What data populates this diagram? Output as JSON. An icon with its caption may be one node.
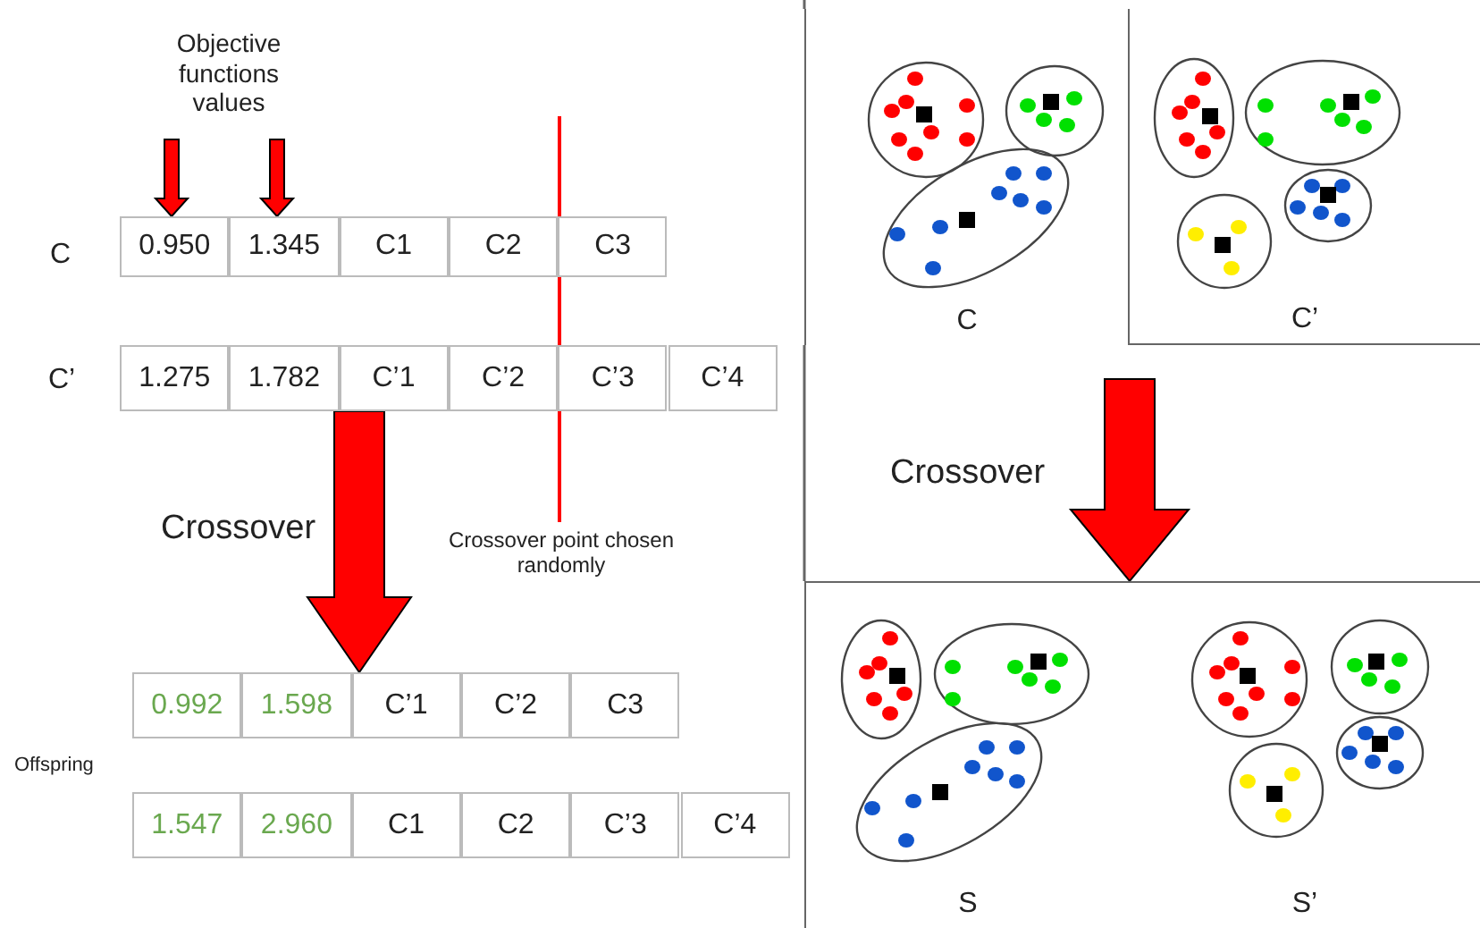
{
  "diagram": {
    "nodes": [
      {
        "text": [
          "Objective functions values"
        ]
      },
      {
        "text": [
          "0.950"
        ]
      },
      {
        "text": [
          "1.345"
        ]
      },
      {
        "text": [
          "C1"
        ]
      },
      {
        "text": [
          "C2"
        ]
      },
      {
        "text": [
          "C3"
        ]
      },
      {
        "text": [
          "1.275"
        ]
      },
      {
        "text": [
          "1.782"
        ]
      },
      {
        "text": [
          "C’1"
        ]
      },
      {
        "text": [
          "C’2"
        ]
      },
      {
        "text": [
          "C’3"
        ]
      },
      {
        "text": [
          "C’4"
        ]
      },
      {
        "text": [
          "Crossover point chosen randomly"
        ]
      },
      {
        "text": [
          "0.992"
        ]
      },
      {
        "text": [
          "1.598"
        ]
      },
      {
        "text": [
          "C’1"
        ]
      },
      {
        "text": [
          "C’2"
        ]
      },
      {
        "text": [
          "C3"
        ]
      },
      {
        "text": [
          "1.547"
        ]
      },
      {
        "text": [
          "2.960"
        ]
      },
      {
        "text": [
          "C1"
        ]
      },
      {
        "text": [
          "C2"
        ]
      },
      {
        "text": [
          "C’3"
        ]
      },
      {
        "text": [
          "C’4"
        ]
      },
      {
        "text": [
          "C"
        ]
      },
      {
        "text": [
          "C’"
        ]
      },
      {
        "text": [
          "S"
        ]
      },
      {
        "text": [
          "S’"
        ]
      }
    ],
    "edges": [
      {
        "from": 0,
        "to": 1,
        "arrow": "to",
        "style": "thick",
        "color": "#ff0000"
      },
      {
        "from": 0,
        "to": 2,
        "arrow": "to",
        "style": "thick",
        "color": "#ff0000"
      },
      {
        "from": 12,
        "to": null,
        "arrow": "none",
        "color": "#ff0000"
      },
      {
        "from": 8,
        "to": 15,
        "arrow": "to",
        "label": "Crossover",
        "style": "thick",
        "color": "#ff0000"
      },
      {
        "from": null,
        "to": 26,
        "arrow": "to",
        "label": "Crossover",
        "style": "thick",
        "color": "#ff0000"
      }
    ],
    "labels": [
      "C",
      "C’",
      "Offspring"
    ]
  }
}
